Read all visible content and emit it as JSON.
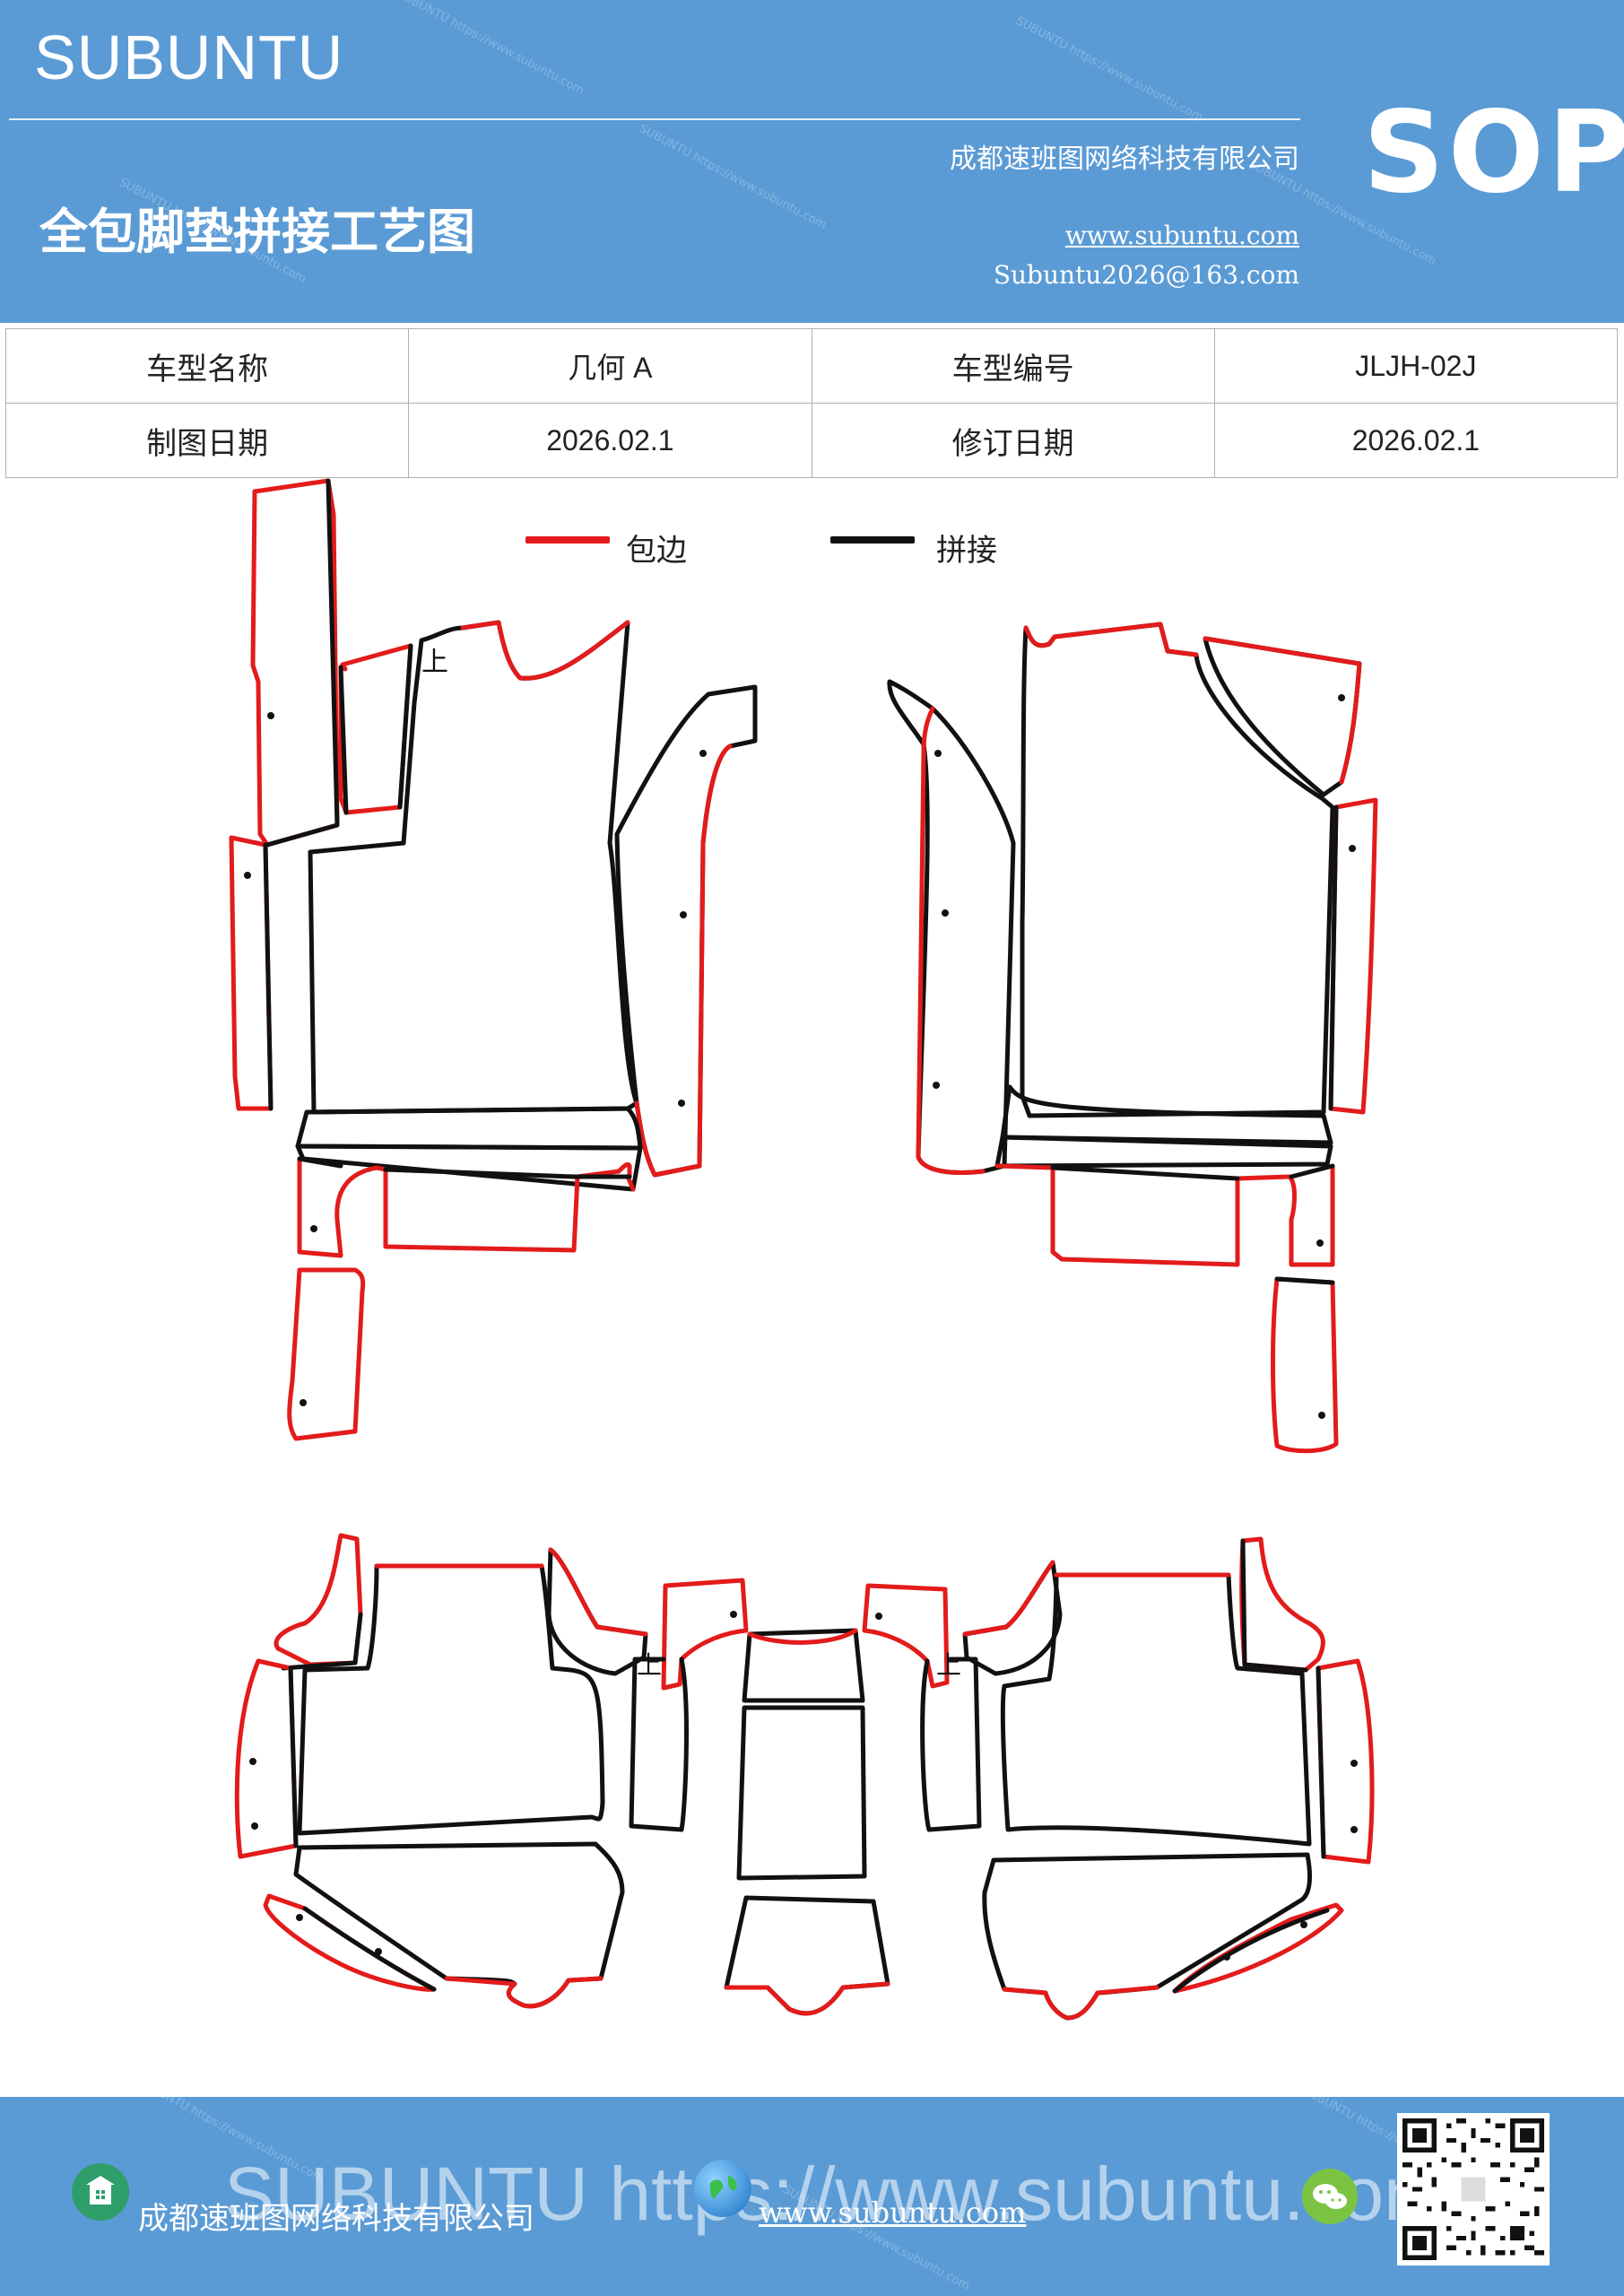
{
  "header": {
    "brand": "SUBUNTU",
    "company": "成都速班图网络科技有限公司",
    "title": "全包脚垫拼接工艺图",
    "website": "www.subuntu.com",
    "email": "Subuntu2026@163.com",
    "badge": "SOP",
    "watermark": "SUBUNTU https://www.subuntu.com"
  },
  "info": {
    "model_name_label": "车型名称",
    "model_name": "几何 A",
    "model_code_label": "车型编号",
    "model_code": "JLJH-02J",
    "draw_date_label": "制图日期",
    "draw_date": "2026.02.1",
    "revision_date_label": "修订日期",
    "revision_date": "2026.02.1"
  },
  "legend": {
    "edge_label": "包边",
    "edge_color": "#e31b1b",
    "splice_label": "拼接",
    "splice_color": "#111111"
  },
  "diagram": {
    "up_marker": "上"
  },
  "footer": {
    "big_url": "SUBUNTU https://www.subuntu.com",
    "company": "成都速班图网络科技有限公司",
    "website": "www.subuntu.com"
  }
}
